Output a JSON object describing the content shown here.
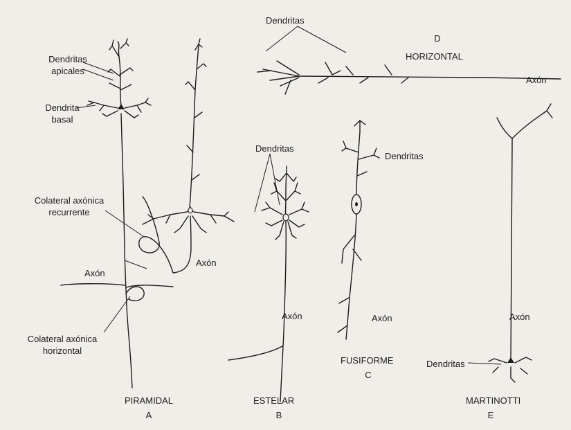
{
  "labels": {
    "dendritas_top": "Dendritas",
    "letter_d": "D",
    "horizontal": "HORIZONTAL",
    "axon_right": "Axón",
    "dendritas_apicales_1": "Dendritas",
    "dendritas_apicales_2": "apicales",
    "dendrita_basal_1": "Dendrita",
    "dendrita_basal_2": "basal",
    "dendritas_estelar": "Dendritas",
    "dendritas_fusiforme": "Dendritas",
    "colateral_rec_1": "Colateral axónica",
    "colateral_rec_2": "recurrente",
    "axon_pyr_right": "Axón",
    "axon_pyr_left": "Axón",
    "colateral_hor_1": "Colateral axónica",
    "colateral_hor_2": "horizontal",
    "axon_estelar": "Axón",
    "axon_fusiforme": "Axón",
    "axon_martinotti": "Axón",
    "fusiforme": "FUSIFORME",
    "letter_c": "C",
    "dendritas_martinotti": "Dendritas",
    "piramidal": "PIRAMIDAL",
    "letter_a": "A",
    "estelar": "ESTELAR",
    "letter_b": "B",
    "martinotti": "MARTINOTTI",
    "letter_e": "E"
  },
  "colors": {
    "ink": "#1c1c1c",
    "paper": "#f0eee9",
    "bleed_text": "#c9c6bf"
  }
}
